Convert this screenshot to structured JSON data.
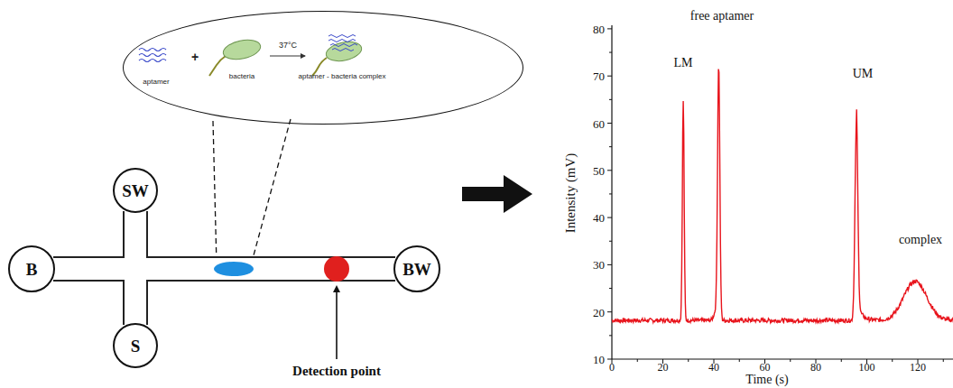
{
  "diagram": {
    "nodes": [
      {
        "text": [
          "aptamer",
          "+",
          "bacteria",
          "37°C",
          "aptamer - bacteria complex"
        ]
      },
      {
        "text": [
          "SW"
        ]
      },
      {
        "text": [
          "B"
        ]
      },
      {
        "text": [
          "S"
        ]
      },
      {
        "text": [
          "BW"
        ]
      }
    ],
    "edges": [
      {
        "from": 2,
        "to": 4,
        "arrow": "none"
      },
      {
        "from": 1,
        "to": 3,
        "arrow": "none"
      }
    ],
    "labels": [
      "Detection point",
      "LM",
      "free aptamer",
      "UM",
      "complex",
      "Intensity (mV)",
      "Time (s)",
      "10",
      "20",
      "30",
      "40",
      "50",
      "60",
      "70",
      "80",
      "0",
      "20",
      "40",
      "60",
      "80",
      "100",
      "120"
    ]
  }
}
